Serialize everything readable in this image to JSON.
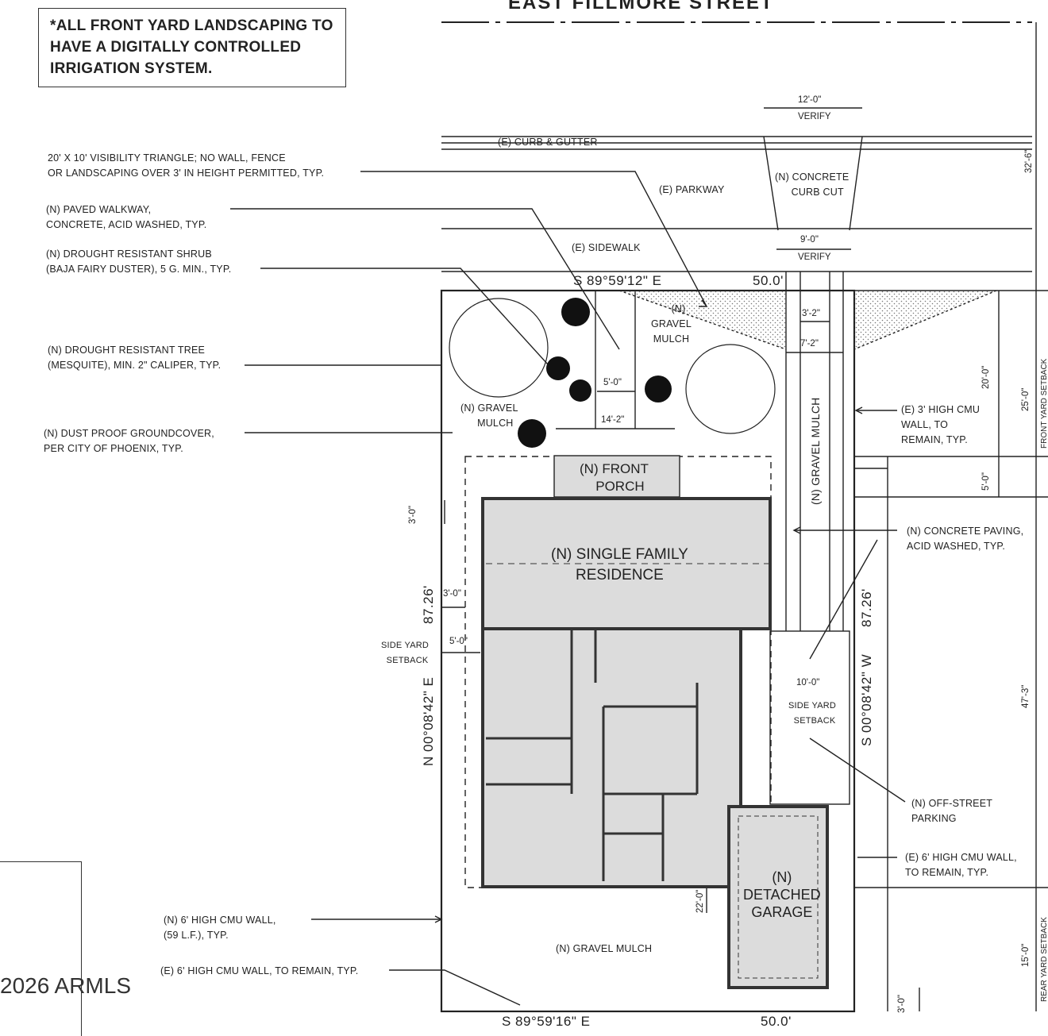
{
  "note": [
    "*ALL FRONT YARD LANDSCAPING TO",
    "HAVE A DIGITALLY CONTROLLED",
    "IRRIGATION SYSTEM."
  ],
  "street": "EAST FILLMORE STREET",
  "callouts_left": [
    [
      "20' X 10' VISIBILITY TRIANGLE; NO WALL, FENCE",
      "OR LANDSCAPING OVER 3' IN HEIGHT PERMITTED, TYP."
    ],
    [
      "(N) PAVED WALKWAY,",
      "CONCRETE, ACID WASHED, TYP."
    ],
    [
      "(N) DROUGHT RESISTANT SHRUB",
      "(BAJA FAIRY DUSTER), 5 G. MIN., TYP."
    ],
    [
      "(N) DROUGHT RESISTANT TREE",
      "(MESQUITE), MIN. 2\" CALIPER, TYP."
    ],
    [
      "(N) DUST PROOF GROUNDCOVER,",
      "PER CITY OF PHOENIX, TYP."
    ]
  ],
  "callouts_bottom": [
    [
      "(N) 6' HIGH CMU WALL,",
      "(59 L.F.), TYP."
    ],
    [
      "(E) 6' HIGH CMU WALL, TO REMAIN, TYP."
    ]
  ],
  "callouts_right": [
    [
      "(E) 3' HIGH CMU",
      "WALL, TO",
      "REMAIN, TYP."
    ],
    [
      "(N) CONCRETE PAVING,",
      "ACID WASHED, TYP."
    ],
    [
      "(N) OFF-STREET",
      "PARKING"
    ],
    [
      "(E) 6' HIGH CMU WALL,",
      "TO REMAIN, TYP."
    ]
  ],
  "site_labels": {
    "curb": "(E) CURB & GUTTER",
    "parkway": "(E) PARKWAY",
    "sidewalk": "(E) SIDEWALK",
    "curb_cut": [
      "(N) CONCRETE",
      "CURB CUT"
    ],
    "gravel_1": [
      "(N)",
      "GRAVEL",
      "MULCH"
    ],
    "gravel_2": [
      "(N) GRAVEL",
      "MULCH"
    ],
    "gravel_drive": "(N) GRAVEL MULCH",
    "gravel_rear": "(N) GRAVEL MULCH",
    "side_setback_left": [
      "SIDE YARD",
      "SETBACK"
    ],
    "side_setback_right": [
      "SIDE YARD",
      "SETBACK"
    ]
  },
  "rooms": {
    "porch": [
      "(N) FRONT",
      "PORCH"
    ],
    "residence": [
      "(N) SINGLE FAMILY",
      "RESIDENCE"
    ],
    "garage": [
      "(N)",
      "DETACHED",
      "GARAGE"
    ]
  },
  "dims": {
    "curb_top": "12'-0\"",
    "verify_1": "VERIFY",
    "drive_top": "9'-0\"",
    "verify_2": "VERIFY",
    "d_3_2": "3'-2\"",
    "d_7_2": "7'-2\"",
    "d_5_0_walk": "5'-0\"",
    "d_14_2": "14'-2\"",
    "d_3_0_left": "3'-0\"",
    "d_3_0_mid": "3'-0\"",
    "d_5_0_left": "5'-0\"",
    "d_10_0": "10'-0\"",
    "d_22_0": "22'-0\"",
    "d_3_0_bottom": "3'-0\"",
    "r_32_6": "32'-6\"",
    "r_20_0": "20'-0\"",
    "r_5_0": "5'-0\"",
    "r_25_0": "25'-0\"",
    "r_47_3": "47'-3\"",
    "r_15_0": "15'-0\"",
    "front_setback": "FRONT YARD SETBACK",
    "rear_setback": "REAR YARD SETBACK"
  },
  "bearings": {
    "top": "S 89°59'12\" E",
    "top_len": "50.0'",
    "bottom": "S 89°59'16\" E",
    "bottom_len": "50.0'",
    "left": "N 00°08'42\" E",
    "left_len": "87.26'",
    "right": "S 00°08'42\" W",
    "right_len": "87.26'"
  },
  "watermark": "2026 ARMLS",
  "colors": {
    "ink": "#222222",
    "fill": "#dcdcdc",
    "wall": "#333333"
  }
}
